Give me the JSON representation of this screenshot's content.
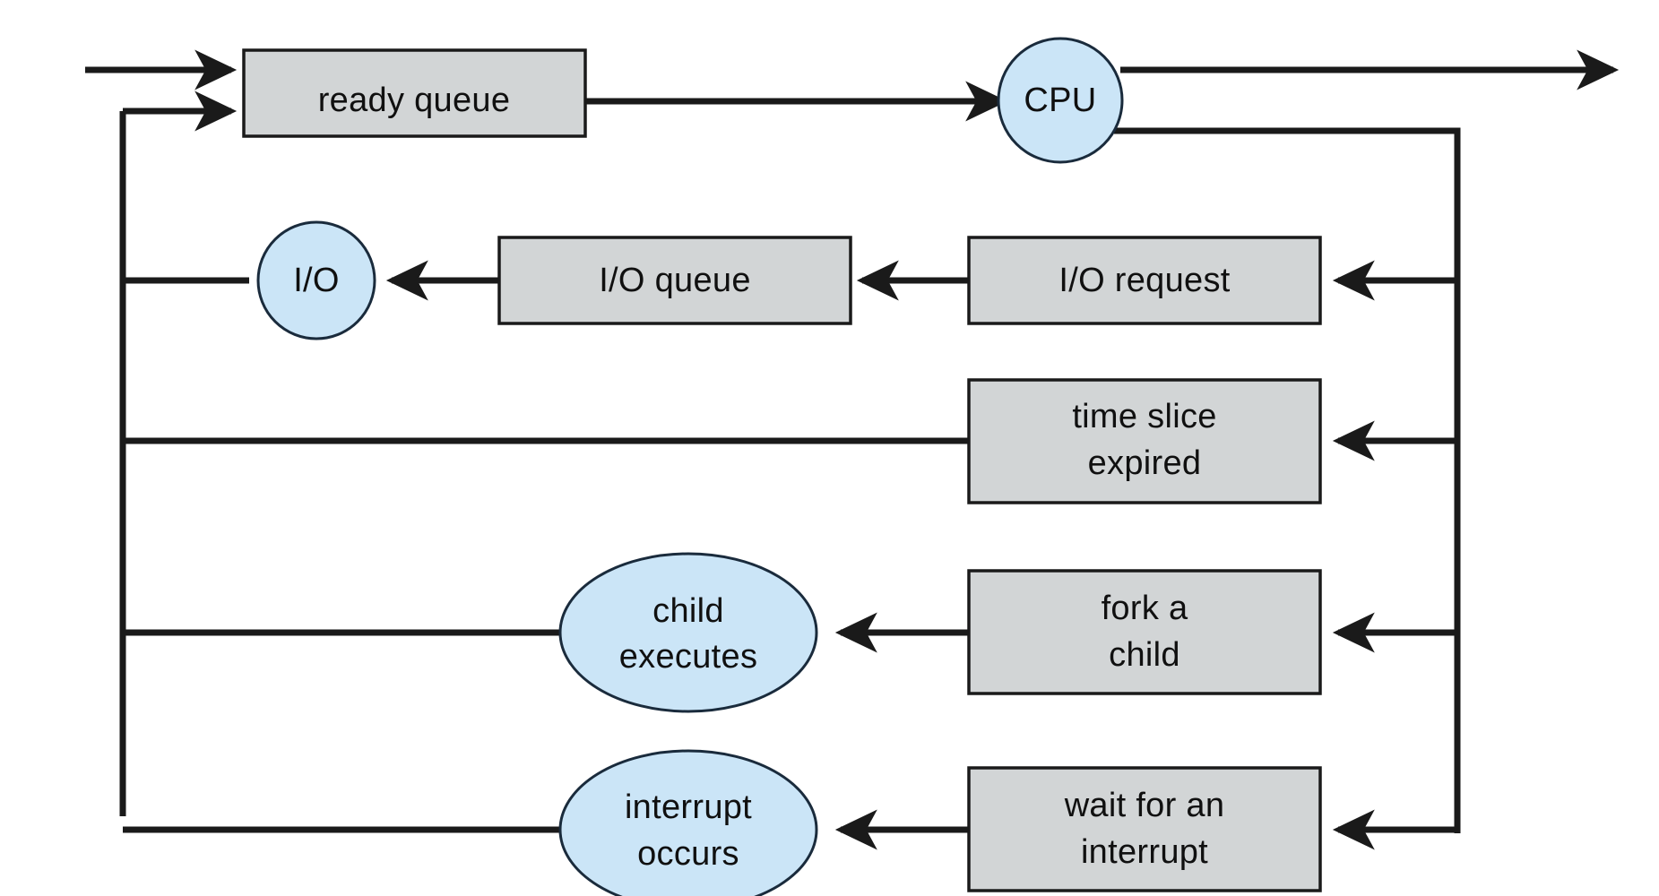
{
  "diagram": {
    "title": "Process scheduling queueing diagram",
    "colors": {
      "box_fill": "#d2d5d6",
      "ellipse_fill": "#cbe5f7",
      "stroke": "#1a1a1a",
      "text": "#101010",
      "background": "#ffffff"
    },
    "nodes": [
      {
        "id": "ready-queue",
        "shape": "rect",
        "label": "ready queue",
        "lines": [
          "ready queue"
        ]
      },
      {
        "id": "cpu",
        "shape": "circle",
        "label": "CPU",
        "lines": [
          "CPU"
        ]
      },
      {
        "id": "io",
        "shape": "circle",
        "label": "I/O",
        "lines": [
          "I/O"
        ]
      },
      {
        "id": "io-queue",
        "shape": "rect",
        "label": "I/O queue",
        "lines": [
          "I/O queue"
        ]
      },
      {
        "id": "io-request",
        "shape": "rect",
        "label": "I/O request",
        "lines": [
          "I/O request"
        ]
      },
      {
        "id": "time-slice-expired",
        "shape": "rect",
        "label": "time slice expired",
        "lines": [
          "time slice",
          "expired"
        ]
      },
      {
        "id": "child-executes",
        "shape": "ellipse",
        "label": "child executes",
        "lines": [
          "child",
          "executes"
        ]
      },
      {
        "id": "fork-a-child",
        "shape": "rect",
        "label": "fork a child",
        "lines": [
          "fork a",
          "child"
        ]
      },
      {
        "id": "interrupt-occurs",
        "shape": "ellipse",
        "label": "interrupt occurs",
        "lines": [
          "interrupt",
          "occurs"
        ]
      },
      {
        "id": "wait-for-an-interrupt",
        "shape": "rect",
        "label": "wait for an interrupt",
        "lines": [
          "wait for an",
          "interrupt"
        ]
      }
    ],
    "edges": [
      {
        "id": "entry-to-ready-queue",
        "from": "entry",
        "to": "ready-queue"
      },
      {
        "id": "feedback-to-ready-queue",
        "from": "feedback-bus",
        "to": "ready-queue"
      },
      {
        "id": "ready-queue-to-cpu",
        "from": "ready-queue",
        "to": "cpu"
      },
      {
        "id": "cpu-to-exit",
        "from": "cpu",
        "to": "exit"
      },
      {
        "id": "cpu-to-dispatch-bus",
        "from": "cpu",
        "to": "dispatch-bus"
      },
      {
        "id": "dispatch-to-io-request",
        "from": "dispatch-bus",
        "to": "io-request"
      },
      {
        "id": "io-request-to-io-queue",
        "from": "io-request",
        "to": "io-queue"
      },
      {
        "id": "io-queue-to-io",
        "from": "io-queue",
        "to": "io"
      },
      {
        "id": "io-to-feedback-bus",
        "from": "io",
        "to": "feedback-bus"
      },
      {
        "id": "dispatch-to-time-slice",
        "from": "dispatch-bus",
        "to": "time-slice-expired"
      },
      {
        "id": "time-slice-to-feedback-bus",
        "from": "time-slice-expired",
        "to": "feedback-bus"
      },
      {
        "id": "dispatch-to-fork",
        "from": "dispatch-bus",
        "to": "fork-a-child"
      },
      {
        "id": "fork-to-child-executes",
        "from": "fork-a-child",
        "to": "child-executes"
      },
      {
        "id": "child-executes-to-feedback-bus",
        "from": "child-executes",
        "to": "feedback-bus"
      },
      {
        "id": "dispatch-to-wait-interrupt",
        "from": "dispatch-bus",
        "to": "wait-for-an-interrupt"
      },
      {
        "id": "wait-interrupt-to-interrupt-occurs",
        "from": "wait-for-an-interrupt",
        "to": "interrupt-occurs"
      },
      {
        "id": "interrupt-occurs-to-feedback-bus",
        "from": "interrupt-occurs",
        "to": "feedback-bus"
      }
    ]
  }
}
